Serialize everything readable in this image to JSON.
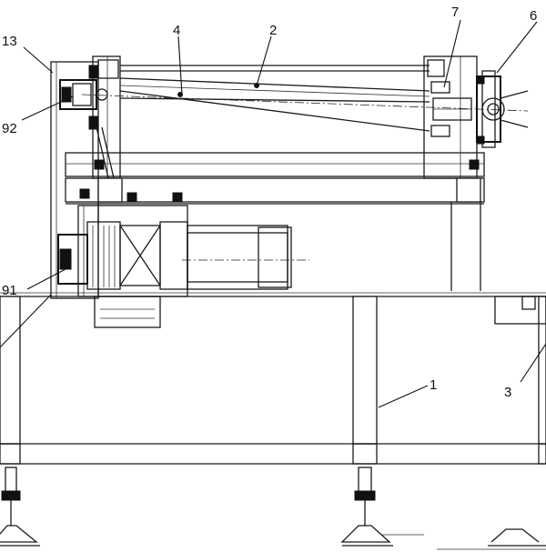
{
  "callouts": {
    "c1": "1",
    "c2": "2",
    "c3": "3",
    "c4": "4",
    "c6": "6",
    "c7": "7",
    "c13": "13",
    "c91": "91",
    "c92": "92"
  }
}
